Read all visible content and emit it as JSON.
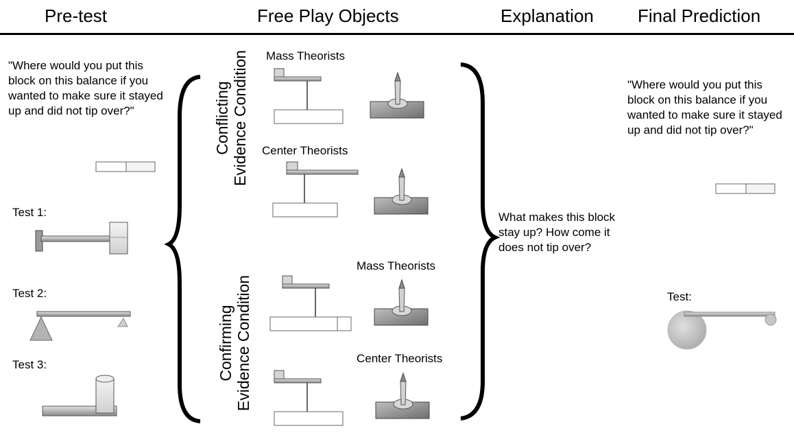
{
  "headers": {
    "pretest": "Pre-test",
    "free_play": "Free Play Objects",
    "explanation": "Explanation",
    "final_prediction": "Final Prediction"
  },
  "pretest": {
    "question": "\"Where would you put this block on this balance if you wanted to make sure it stayed up and did not tip over?\"",
    "tests": [
      "Test 1:",
      "Test 2:",
      "Test 3:"
    ]
  },
  "conditions": {
    "conflicting": {
      "line1": "Conflicting",
      "line2": "Evidence Condition"
    },
    "confirming": {
      "line1": "Confirming",
      "line2": "Evidence Condition"
    }
  },
  "theorist_labels": {
    "conflicting_mass": "Mass Theorists",
    "conflicting_center": "Center Theorists",
    "confirming_mass": "Mass Theorists",
    "confirming_center": "Center Theorists"
  },
  "explanation": {
    "prompt": "What makes this block stay up? How come it does not tip over?"
  },
  "final": {
    "question": "\"Where would you put this block on this balance if you wanted to make sure it stayed up and did not tip over?\"",
    "test": "Test:"
  }
}
